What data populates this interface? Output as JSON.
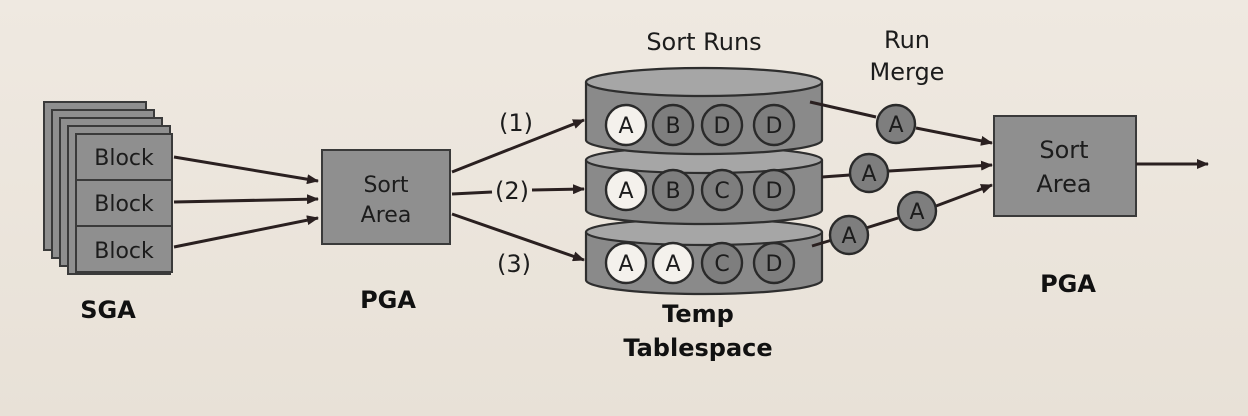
{
  "sga": {
    "block_label": "Block",
    "caption": "SGA"
  },
  "pga_left": {
    "box_line1": "Sort",
    "box_line2": "Area",
    "caption": "PGA"
  },
  "paths": [
    "(1)",
    "(2)",
    "(3)"
  ],
  "temp": {
    "header": "Sort Runs",
    "caption_line1": "Temp",
    "caption_line2": "Tablespace",
    "runs": [
      [
        {
          "label": "A",
          "tone": "light"
        },
        {
          "label": "B",
          "tone": "dark"
        },
        {
          "label": "D",
          "tone": "dark"
        },
        {
          "label": "D",
          "tone": "dark"
        }
      ],
      [
        {
          "label": "A",
          "tone": "light"
        },
        {
          "label": "B",
          "tone": "dark"
        },
        {
          "label": "C",
          "tone": "dark"
        },
        {
          "label": "D",
          "tone": "dark"
        }
      ],
      [
        {
          "label": "A",
          "tone": "light"
        },
        {
          "label": "A",
          "tone": "light"
        },
        {
          "label": "C",
          "tone": "dark"
        },
        {
          "label": "D",
          "tone": "dark"
        }
      ]
    ]
  },
  "merge": {
    "header_line1": "Run",
    "header_line2": "Merge",
    "node_label": "A"
  },
  "pga_right": {
    "box_line1": "Sort",
    "box_line2": "Area",
    "caption": "PGA"
  }
}
